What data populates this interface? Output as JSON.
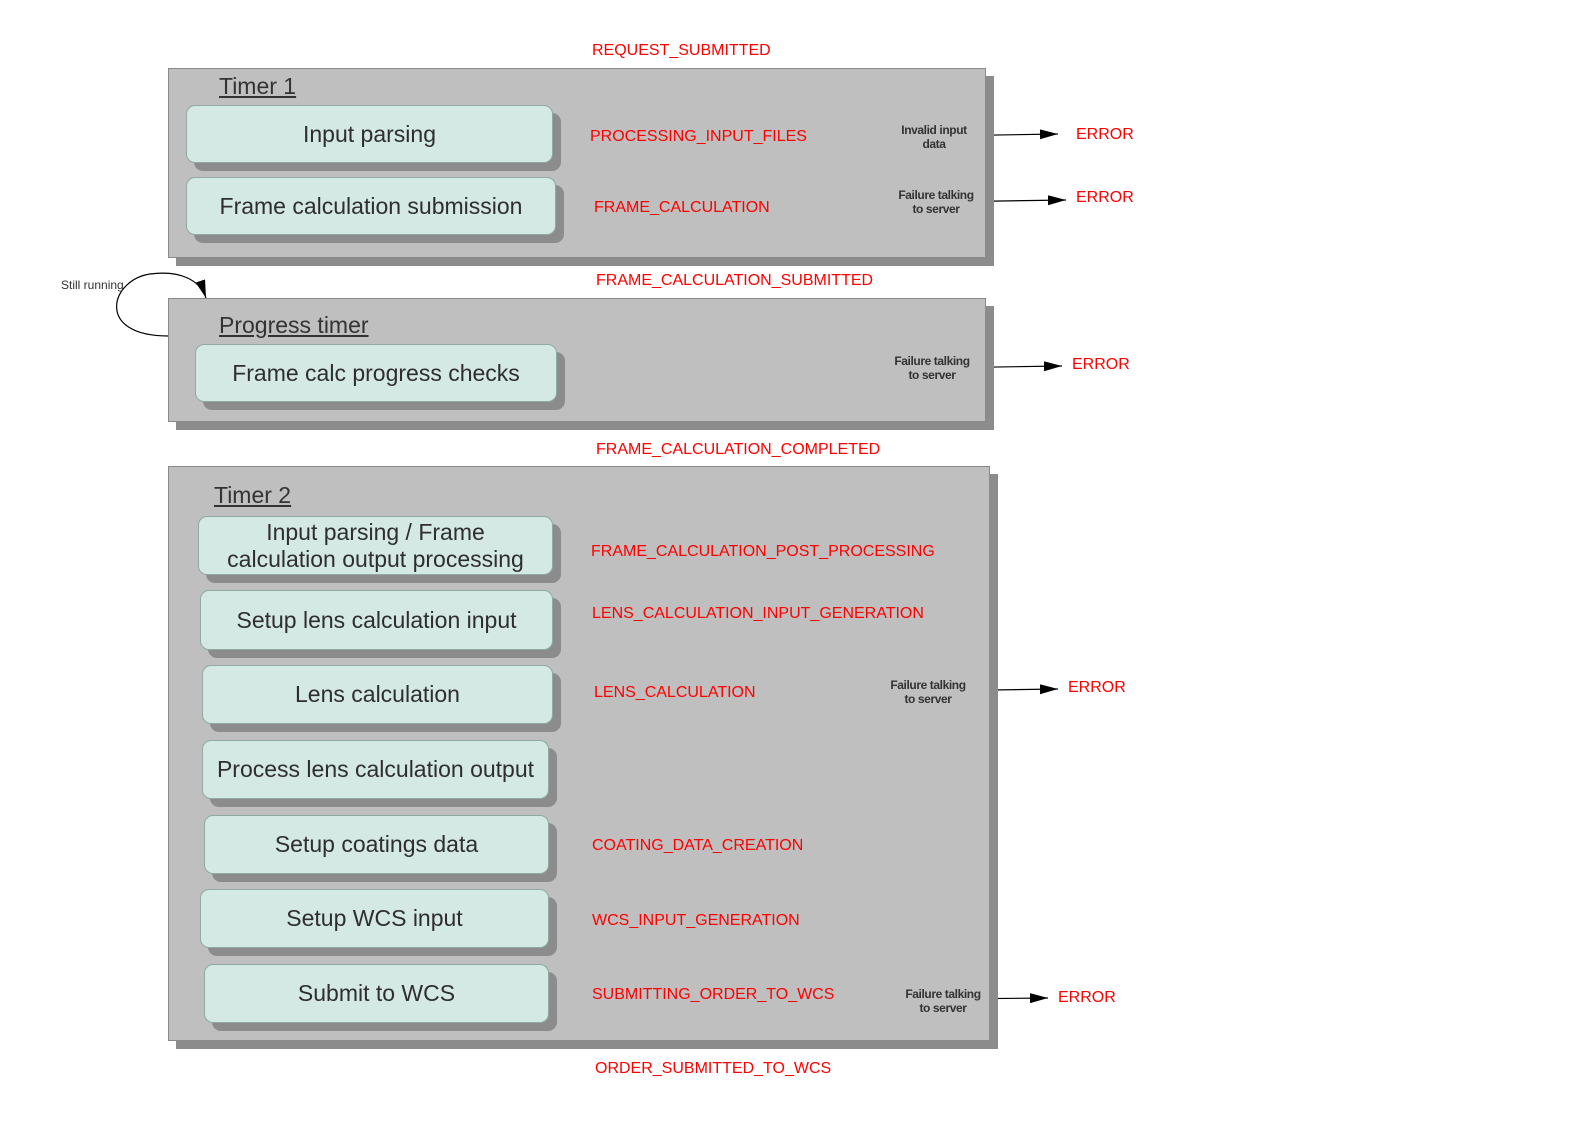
{
  "states": {
    "request_submitted": "REQUEST_SUBMITTED",
    "processing_input_files": "PROCESSING_INPUT_FILES",
    "frame_calculation": "FRAME_CALCULATION",
    "frame_calculation_submitted": "FRAME_CALCULATION_SUBMITTED",
    "frame_calculation_completed": "FRAME_CALCULATION_COMPLETED",
    "frame_calculation_post_processing": "FRAME_CALCULATION_POST_PROCESSING",
    "lens_calculation_input_generation": "LENS_CALCULATION_INPUT_GENERATION",
    "lens_calculation": "LENS_CALCULATION",
    "coating_data_creation": "COATING_DATA_CREATION",
    "wcs_input_generation": "WCS_INPUT_GENERATION",
    "submitting_order_to_wcs": "SUBMITTING_ORDER_TO_WCS",
    "order_submitted_to_wcs": "ORDER_SUBMITTED_TO_WCS"
  },
  "timer1": {
    "title": "Timer 1",
    "steps": [
      "Input parsing",
      "Frame calculation submission"
    ]
  },
  "progress": {
    "title": "Progress timer",
    "steps": [
      "Frame calc progress checks"
    ],
    "loop_label": "Still running"
  },
  "timer2": {
    "title": "Timer 2",
    "steps": [
      "Input parsing / Frame\ncalculation output processing",
      "Setup lens calculation input",
      "Lens calculation",
      "Process lens calculation output",
      "Setup coatings data",
      "Setup WCS input",
      "Submit to WCS"
    ]
  },
  "errors": {
    "error_label": "ERROR",
    "invalid_input": "Invalid input\ndata",
    "failure_talking": "Failure talking\nto server"
  },
  "colors": {
    "state_text": "#ff0000",
    "panel": "#bfbfbf",
    "step_fill": "#d4e8e4"
  }
}
